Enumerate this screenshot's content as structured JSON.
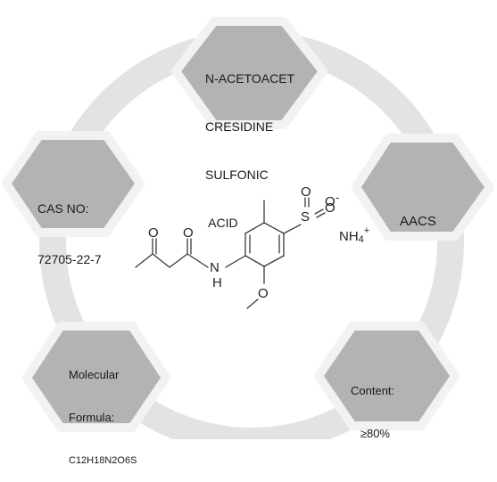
{
  "colors": {
    "ring": "#e3e3e3",
    "hex_fill": "#b4b3b3",
    "hex_border": "#f2f2f2",
    "text": "#1a1a1a",
    "bond": "#3a3a3a"
  },
  "hexagons": [
    {
      "id": "name",
      "lines": [
        "N-ACETOACET",
        "CRESIDINE",
        "SULFONIC",
        " ACID"
      ]
    },
    {
      "id": "cas",
      "lines": [
        "CAS NO:",
        "72705-22-7"
      ]
    },
    {
      "id": "brand",
      "lines": [
        "AACS"
      ]
    },
    {
      "id": "formula",
      "lines": [
        "Molecular",
        "Formula:",
        "C12H18N2O6S"
      ]
    },
    {
      "id": "content",
      "lines": [
        "Content:",
        "   ≥80%"
      ]
    }
  ],
  "molecule": {
    "atoms": {
      "O_keto": "O",
      "O_amide": "O",
      "NH": "N",
      "H": "H",
      "S": "S",
      "O_s1": "O",
      "O_s2": "O",
      "O_minus": "O",
      "minus": "-",
      "O_methoxy": "O"
    },
    "counterion": {
      "base": "NH",
      "sub": "4",
      "sup": "+"
    }
  }
}
